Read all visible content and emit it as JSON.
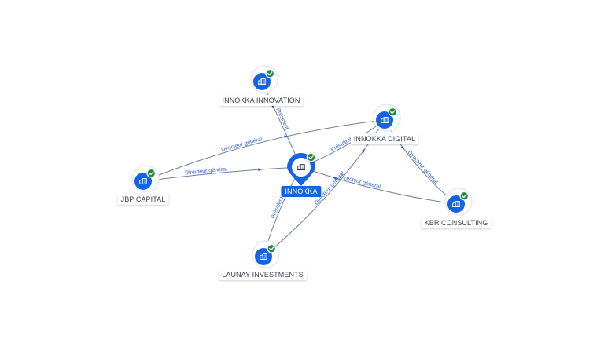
{
  "nodes": [
    {
      "id": "innokka",
      "label": "INNOKKA",
      "icon": "building-icon",
      "verified": true,
      "main": true
    },
    {
      "id": "innokka-innovation",
      "label": "INNOKKA INNOVATION",
      "icon": "building-icon",
      "verified": true
    },
    {
      "id": "innokka-digital",
      "label": "INNOKKA DIGITAL",
      "icon": "building-icon",
      "verified": true
    },
    {
      "id": "jbp-capital",
      "label": "JBP CAPITAL",
      "icon": "building-icon",
      "verified": true
    },
    {
      "id": "kbr-consulting",
      "label": "KBR CONSULTING",
      "icon": "building-icon",
      "verified": true
    },
    {
      "id": "launay-investments",
      "label": "LAUNAY INVESTMENTS",
      "icon": "building-icon",
      "verified": true
    }
  ],
  "edges": [
    {
      "from": "innokka-innovation",
      "to": "innokka",
      "label": "Président"
    },
    {
      "from": "jbp-capital",
      "to": "innokka-digital",
      "label": "Directeur général"
    },
    {
      "from": "jbp-capital",
      "to": "innokka",
      "label": "Directeur général"
    },
    {
      "from": "innokka",
      "to": "innokka-digital",
      "label": "Président"
    },
    {
      "from": "kbr-consulting",
      "to": "innokka",
      "label": "Directeur général"
    },
    {
      "from": "innokka-digital",
      "to": "kbr-consulting",
      "label": "Directeur général"
    },
    {
      "from": "launay-investments",
      "to": "innokka",
      "label": "Président"
    },
    {
      "from": "launay-investments",
      "to": "innokka-digital",
      "label": "Directeur général"
    }
  ],
  "colors": {
    "node": "#1463e6",
    "verified": "#1f8a3b",
    "edge": "#6d7f99",
    "edge_label": "#2f5fd0"
  }
}
